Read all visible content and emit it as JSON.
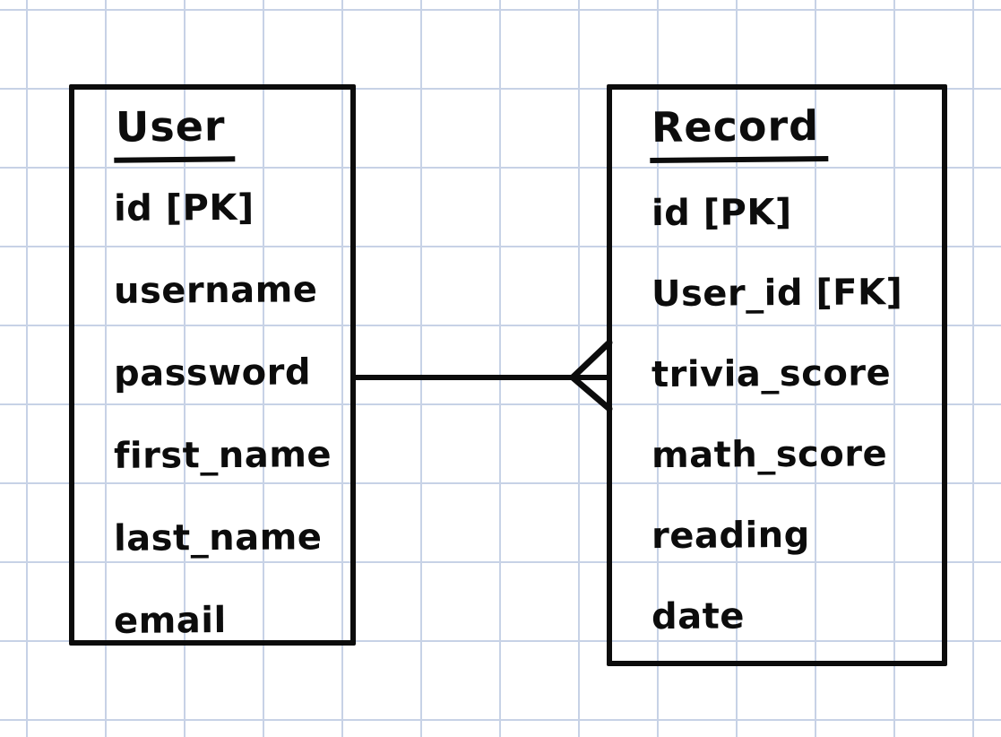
{
  "diagram": {
    "style": "hand-drawn entity relationship diagram on graph paper",
    "entities": [
      {
        "name": "User",
        "fields": [
          "id [PK]",
          "username",
          "password",
          "first_name",
          "last_name",
          "email"
        ]
      },
      {
        "name": "Record",
        "fields": [
          "id [PK]",
          "User_id [FK]",
          "trivia_score",
          "math_score",
          "reading",
          "date"
        ]
      }
    ],
    "relationship": {
      "from": "User",
      "to": "Record",
      "marker_at_record_side": "crow-foot",
      "cardinality": "one-to-many"
    }
  },
  "colors": {
    "ink": "#0c0c0c",
    "grid_line": "#c7d2e6",
    "background": "#ffffff"
  }
}
